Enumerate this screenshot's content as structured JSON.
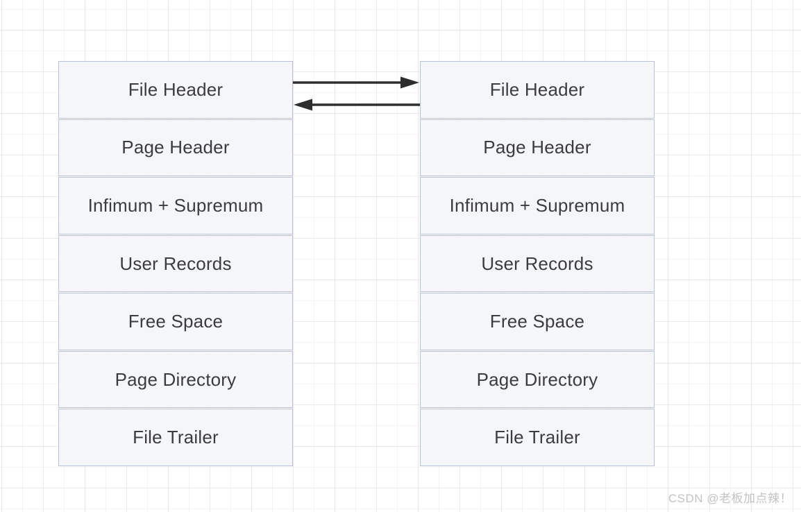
{
  "diagram": {
    "left_page": {
      "rows": [
        "File Header",
        "Page Header",
        "Infimum + Supremum",
        "User Records",
        "Free Space",
        "Page Directory",
        "File Trailer"
      ]
    },
    "right_page": {
      "rows": [
        "File Header",
        "Page Header",
        "Infimum + Supremum",
        "User Records",
        "Free Space",
        "Page Directory",
        "File Trailer"
      ]
    },
    "arrows": [
      {
        "name": "arrow-left-to-right",
        "direction": "right",
        "from": "left page File Header",
        "to": "right page File Header"
      },
      {
        "name": "arrow-right-to-left",
        "direction": "left",
        "from": "right page File Header",
        "to": "left page File Header"
      }
    ]
  },
  "watermark": {
    "text": "CSDN @老板加点辣！"
  },
  "colors": {
    "cell_fill": "#f4f6fa",
    "cell_border": "#b9c0da",
    "text_color": "#3c3c3c",
    "arrow_color": "#2e2e2e",
    "grid_minor": "#f4f4f6",
    "grid_major": "#e9e9ec",
    "watermark_color": "#c3c3c3",
    "canvas_bg": "#ffffff"
  }
}
